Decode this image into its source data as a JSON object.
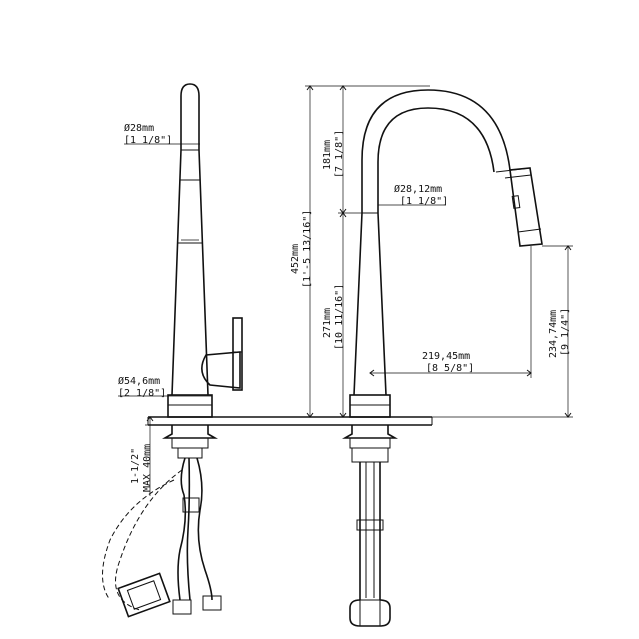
{
  "dimensions": {
    "side_head_diameter": {
      "metric": "Ø28mm",
      "imperial": "[1 1/8\"]"
    },
    "base_diameter": {
      "metric": "Ø54,6mm",
      "imperial": "[2 1/8\"]"
    },
    "deck_thickness": {
      "metric": "1-1/2\"",
      "imperial": "MAX 40mm"
    },
    "total_height": {
      "metric": "452mm",
      "imperial": "[1'-5 13/16\"]"
    },
    "arc_height": {
      "metric": "181mm",
      "imperial": "[7 1/8\"]"
    },
    "body_height": {
      "metric": "271mm",
      "imperial": "[10 11/16\"]"
    },
    "front_head_diameter": {
      "metric": "Ø28,12mm",
      "imperial": "[1 1/8\"]"
    },
    "reach": {
      "metric": "219,45mm",
      "imperial": "[8 5/8\"]"
    },
    "spout_height": {
      "metric": "234,74mm",
      "imperial": "[9 1/4\"]"
    }
  }
}
